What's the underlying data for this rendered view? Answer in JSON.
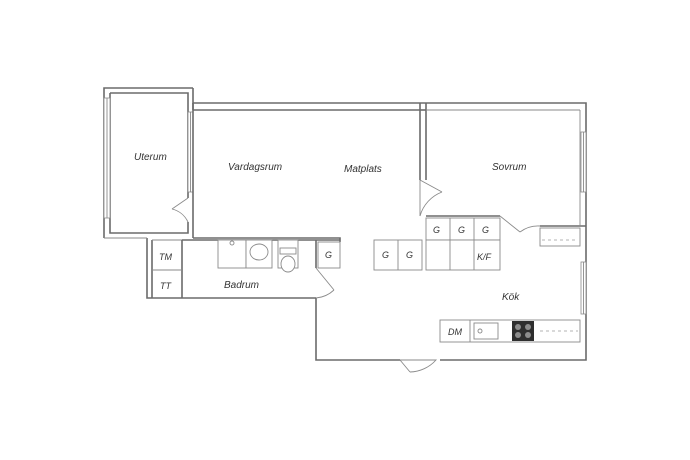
{
  "rooms": {
    "uterum": "Uterum",
    "vardagsrum": "Vardagsrum",
    "matplats": "Matplats",
    "sovrum": "Sovrum",
    "badrum": "Badrum",
    "kok": "Kök"
  },
  "fixtures": {
    "tm": "TM",
    "tt": "TT",
    "g": "G",
    "kf": "K/F",
    "dm": "DM"
  },
  "colors": {
    "wall": "#6b6b6b",
    "line": "#8a8a8a",
    "stove": "#2e2e2e"
  }
}
